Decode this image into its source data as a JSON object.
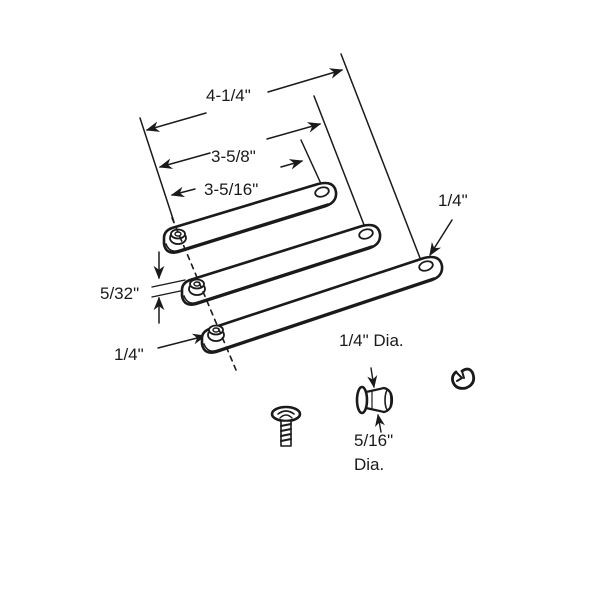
{
  "diagram": {
    "type": "hardware part dimension drawing",
    "colors": {
      "line": "#1a1a1a",
      "background": "#ffffff"
    },
    "parts": [
      {
        "name": "short link arm",
        "length_label": "3-5/16\""
      },
      {
        "name": "medium link arm",
        "length_label": "3-5/8\""
      },
      {
        "name": "long link arm",
        "length_label": "4-1/4\""
      },
      {
        "name": "screw"
      },
      {
        "name": "bushing"
      },
      {
        "name": "e-clip"
      }
    ],
    "labels": {
      "long_length": "4-1/4\"",
      "medium_length": "3-5/8\"",
      "short_length": "3-5/16\"",
      "hole_size": "1/4\"",
      "thickness": "5/32\"",
      "width": "1/4\"",
      "bushing_inner": "1/4\" Dia.",
      "bushing_outer_line1": "5/16\"",
      "bushing_outer_line2": "Dia."
    }
  }
}
